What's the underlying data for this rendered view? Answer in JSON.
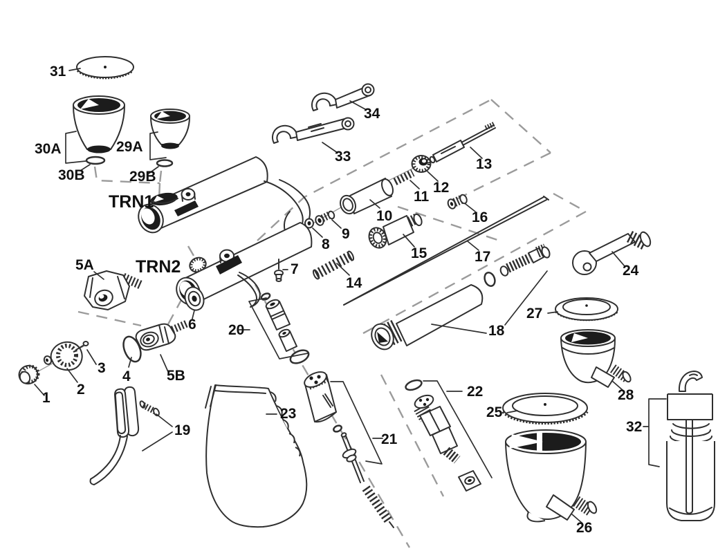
{
  "diagram": {
    "title": "airbrush-exploded-parts-diagram",
    "background": "#ffffff",
    "line_color": "#2f2f2f",
    "label_color": "#101010",
    "dash_color": "#9b9b9b",
    "model_labels": {
      "trn1": "TRN1",
      "trn2": "TRN2"
    },
    "part_labels": {
      "p1": "1",
      "p2": "2",
      "p3": "3",
      "p4": "4",
      "p5a": "5A",
      "p5b": "5B",
      "p6": "6",
      "p7": "7",
      "p8": "8",
      "p9": "9",
      "p10": "10",
      "p11": "11",
      "p12": "12",
      "p13": "13",
      "p14": "14",
      "p15": "15",
      "p16": "16",
      "p17": "17",
      "p18": "18",
      "p19": "19",
      "p20": "20",
      "p21": "21",
      "p22": "22",
      "p23": "23",
      "p24": "24",
      "p25": "25",
      "p26": "26",
      "p27": "27",
      "p28": "28",
      "p29a": "29A",
      "p29b": "29B",
      "p30a": "30A",
      "p30b": "30B",
      "p31": "31",
      "p32": "32",
      "p33": "33",
      "p34": "34"
    }
  }
}
